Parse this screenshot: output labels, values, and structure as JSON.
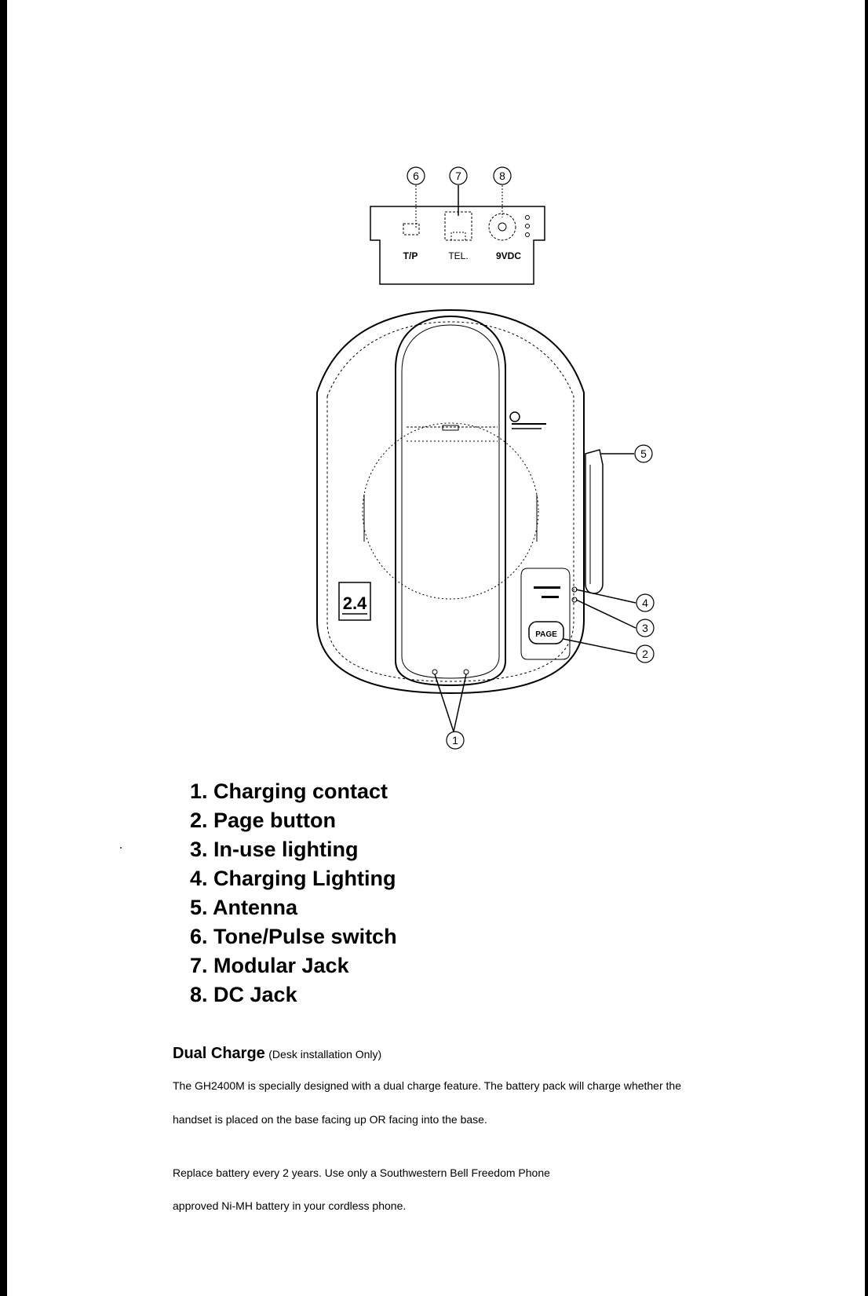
{
  "diagram": {
    "callouts": [
      "6",
      "7",
      "8",
      "5",
      "4",
      "3",
      "2",
      "1"
    ],
    "jack_labels": [
      "T/P",
      "TEL.",
      "9VDC"
    ],
    "page_button_label": "PAGE",
    "badge_label": "2.4"
  },
  "parts": [
    "1. Charging contact",
    "2. Page button",
    "3. In-use lighting",
    "4. Charging Lighting",
    "5. Antenna",
    "6. Tone/Pulse switch",
    "7. Modular Jack",
    "8. DC Jack"
  ],
  "section": {
    "title": "Dual Charge",
    "subtitle": "(Desk installation Only)"
  },
  "paragraphs": [
    "The GH2400M is specially designed with a dual charge feature.   The battery pack will charge whether the",
    "handset is placed on the base facing up OR facing into the base.",
    "Replace battery every 2 years. Use only a Southwestern Bell Freedom Phone",
    "approved Ni-MH battery in your cordless phone."
  ]
}
